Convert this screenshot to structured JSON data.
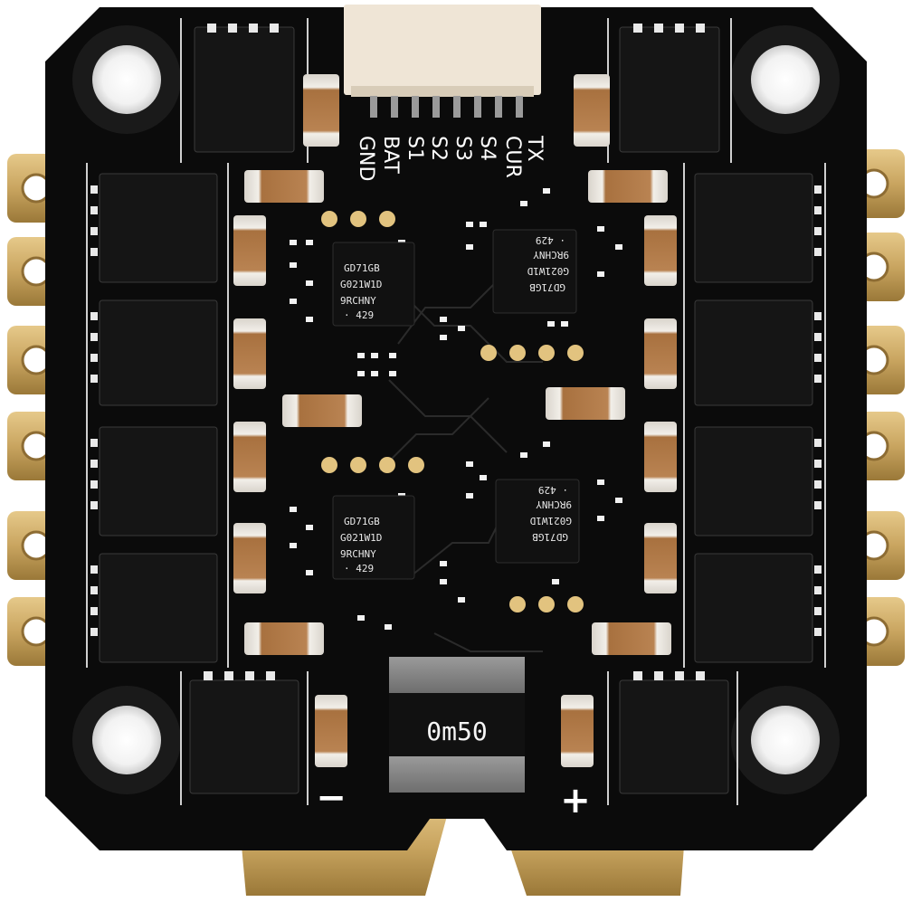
{
  "silkscreen": {
    "pins": [
      "TX",
      "CUR",
      "S4",
      "S3",
      "S2",
      "S1",
      "BAT",
      "GND"
    ],
    "minus": "−",
    "plus": "+"
  },
  "shunt": {
    "value": "0m50"
  },
  "chips": [
    {
      "line1": "GD71GB",
      "line2": "G021W1D",
      "line3": "9RCHNY",
      "line4": "·     429"
    },
    {
      "line1": "GD71GB",
      "line2": "G021W1D",
      "line3": "9RCHNY",
      "line4": "·     429"
    },
    {
      "line1": "GD71GB",
      "line2": "G021W1D",
      "line3": "9RCHNY",
      "line4": "·     429"
    },
    {
      "line1": "GD71GB",
      "line2": "G021W1D",
      "line3": "9RCHNY",
      "line4": "·     429"
    }
  ],
  "colors": {
    "board": "#0b0b0b",
    "gold": "#c9a560",
    "gold_dark": "#8d6c33",
    "capacitor": "#b07a45",
    "connector": "#efe5d6"
  }
}
